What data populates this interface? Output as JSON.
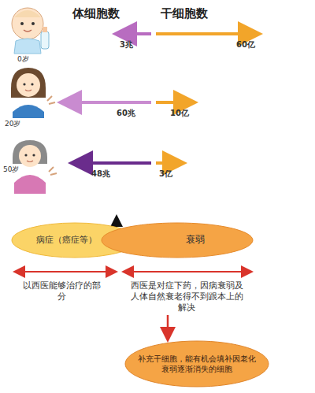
{
  "diagram": {
    "nodes": [
      {
        "text": [
          "病症（癌症等）"
        ]
      },
      {
        "text": [
          "衰弱"
        ]
      },
      {
        "text": [
          "补充干细胞，能有机会填补因老化衰弱逐渐消失的细胞"
        ]
      }
    ],
    "labels": [
      "体细胞数",
      "干细胞数",
      "0岁",
      "3兆",
      "60亿",
      "20岁",
      "60兆",
      "10亿",
      "50岁",
      "48兆",
      "3亿",
      "以西医能够治疗的部分",
      "西医是对症下药，因病衰弱及人体自然衰老得不到跟本上的解决"
    ]
  }
}
